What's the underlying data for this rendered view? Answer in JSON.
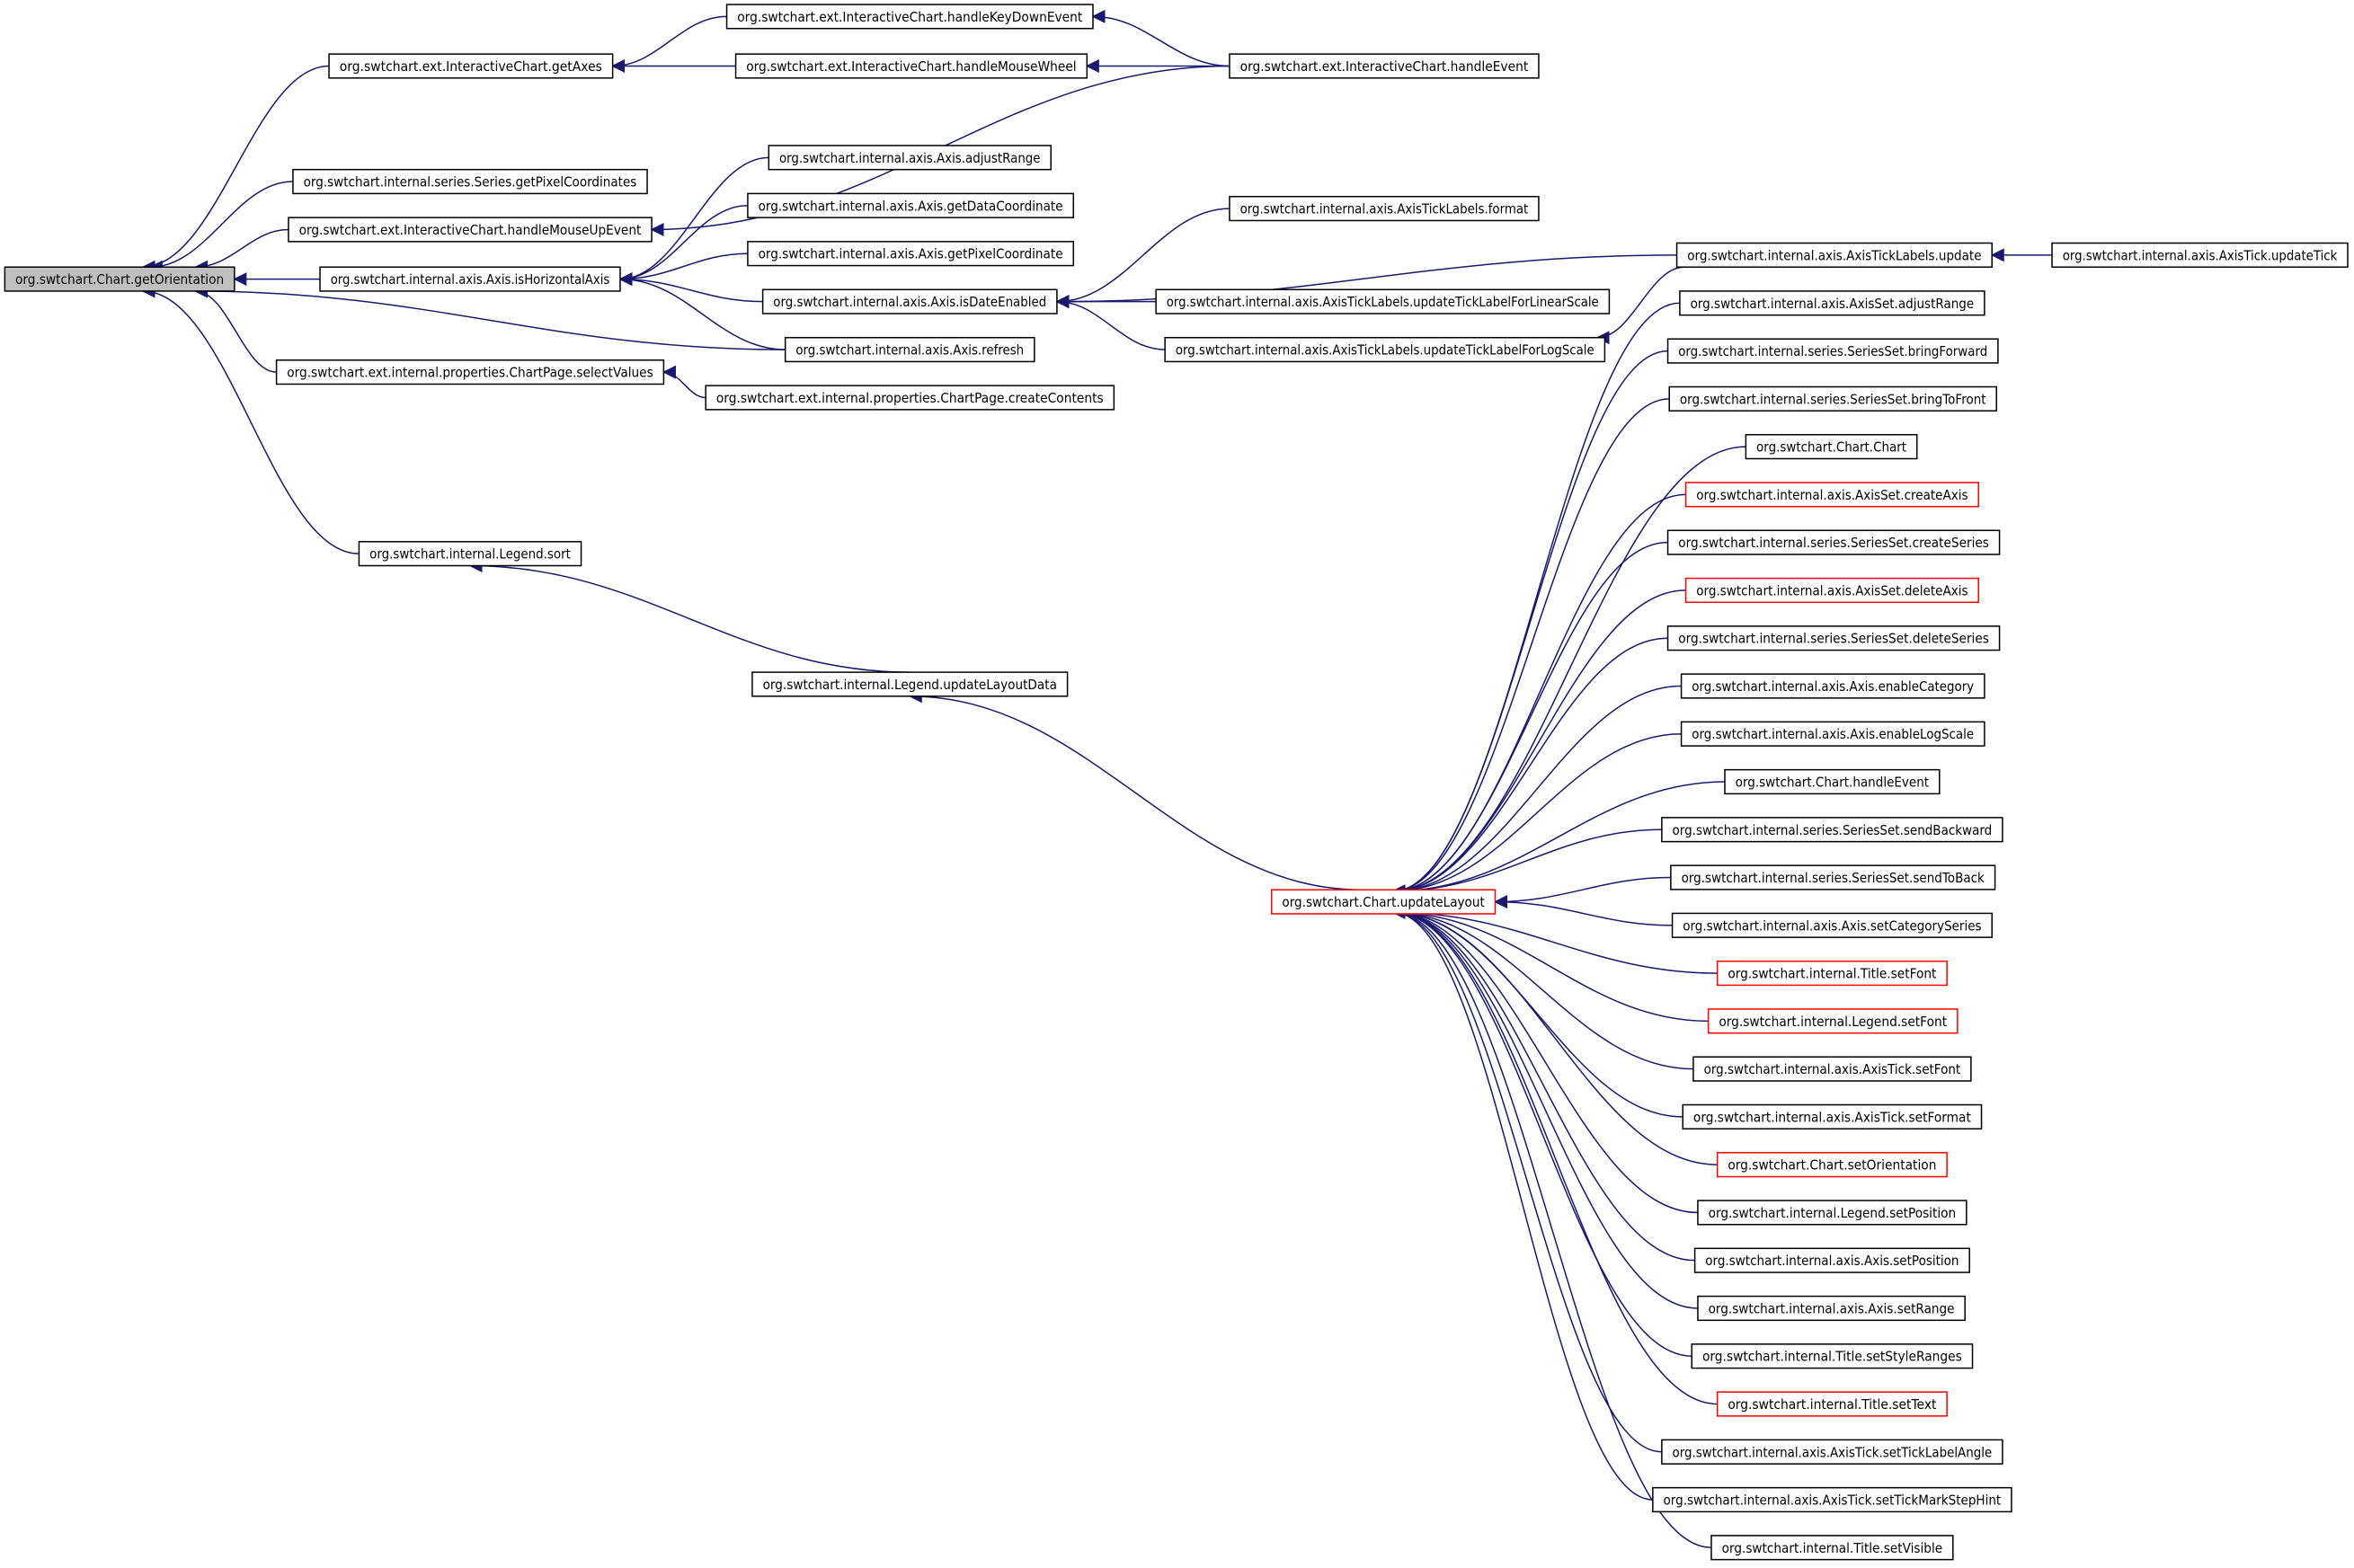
{
  "title": "Caller graph of org.swtchart.Chart.getOrientation",
  "colors": {
    "edge": "#191970",
    "current_fill": "#bfbfbf",
    "undocumented_border": "#ff0000"
  },
  "nodes": [
    {
      "id": "getOrientation",
      "label": "org.swtchart.Chart.getOrientation",
      "style": "current"
    },
    {
      "id": "getAxes",
      "label": "org.swtchart.ext.InteractiveChart.getAxes",
      "style": "normal"
    },
    {
      "id": "handleKeyDownEvent",
      "label": "org.swtchart.ext.InteractiveChart.handleKeyDownEvent",
      "style": "normal"
    },
    {
      "id": "handleMouseWheel",
      "label": "org.swtchart.ext.InteractiveChart.handleMouseWheel",
      "style": "normal"
    },
    {
      "id": "icHandleEvent",
      "label": "org.swtchart.ext.InteractiveChart.handleEvent",
      "style": "normal"
    },
    {
      "id": "getPixelCoordinates",
      "label": "org.swtchart.internal.series.Series.getPixelCoordinates",
      "style": "normal"
    },
    {
      "id": "handleMouseUpEvent",
      "label": "org.swtchart.ext.InteractiveChart.handleMouseUpEvent",
      "style": "normal"
    },
    {
      "id": "isHorizontalAxis",
      "label": "org.swtchart.internal.axis.Axis.isHorizontalAxis",
      "style": "normal"
    },
    {
      "id": "axisAdjustRange",
      "label": "org.swtchart.internal.axis.Axis.adjustRange",
      "style": "normal"
    },
    {
      "id": "getDataCoordinate",
      "label": "org.swtchart.internal.axis.Axis.getDataCoordinate",
      "style": "normal"
    },
    {
      "id": "getPixelCoordinate",
      "label": "org.swtchart.internal.axis.Axis.getPixelCoordinate",
      "style": "normal"
    },
    {
      "id": "isDateEnabled",
      "label": "org.swtchart.internal.axis.Axis.isDateEnabled",
      "style": "normal"
    },
    {
      "id": "refresh",
      "label": "org.swtchart.internal.axis.Axis.refresh",
      "style": "normal"
    },
    {
      "id": "selectValues",
      "label": "org.swtchart.ext.internal.properties.ChartPage.selectValues",
      "style": "normal"
    },
    {
      "id": "createContents",
      "label": "org.swtchart.ext.internal.properties.ChartPage.createContents",
      "style": "normal"
    },
    {
      "id": "legendSort",
      "label": "org.swtchart.internal.Legend.sort",
      "style": "normal"
    },
    {
      "id": "updateLayoutData",
      "label": "org.swtchart.internal.Legend.updateLayoutData",
      "style": "normal"
    },
    {
      "id": "format",
      "label": "org.swtchart.internal.axis.AxisTickLabels.format",
      "style": "normal"
    },
    {
      "id": "linearScale",
      "label": "org.swtchart.internal.axis.AxisTickLabels.updateTickLabelForLinearScale",
      "style": "normal"
    },
    {
      "id": "logScale",
      "label": "org.swtchart.internal.axis.AxisTickLabels.updateTickLabelForLogScale",
      "style": "normal"
    },
    {
      "id": "ticklabelsUpdate",
      "label": "org.swtchart.internal.axis.AxisTickLabels.update",
      "style": "normal"
    },
    {
      "id": "updateTick",
      "label": "org.swtchart.internal.axis.AxisTick.updateTick",
      "style": "normal"
    },
    {
      "id": "updateLayout",
      "label": "org.swtchart.Chart.updateLayout",
      "style": "red"
    },
    {
      "id": "r0",
      "label": "org.swtchart.internal.axis.AxisSet.adjustRange",
      "style": "normal"
    },
    {
      "id": "r1",
      "label": "org.swtchart.internal.series.SeriesSet.bringForward",
      "style": "normal"
    },
    {
      "id": "r2",
      "label": "org.swtchart.internal.series.SeriesSet.bringToFront",
      "style": "normal"
    },
    {
      "id": "r3",
      "label": "org.swtchart.Chart.Chart",
      "style": "normal"
    },
    {
      "id": "r4",
      "label": "org.swtchart.internal.axis.AxisSet.createAxis",
      "style": "red"
    },
    {
      "id": "r5",
      "label": "org.swtchart.internal.series.SeriesSet.createSeries",
      "style": "normal"
    },
    {
      "id": "r6",
      "label": "org.swtchart.internal.axis.AxisSet.deleteAxis",
      "style": "red"
    },
    {
      "id": "r7",
      "label": "org.swtchart.internal.series.SeriesSet.deleteSeries",
      "style": "normal"
    },
    {
      "id": "r8",
      "label": "org.swtchart.internal.axis.Axis.enableCategory",
      "style": "normal"
    },
    {
      "id": "r9",
      "label": "org.swtchart.internal.axis.Axis.enableLogScale",
      "style": "normal"
    },
    {
      "id": "r10",
      "label": "org.swtchart.Chart.handleEvent",
      "style": "normal"
    },
    {
      "id": "r11",
      "label": "org.swtchart.internal.series.SeriesSet.sendBackward",
      "style": "normal"
    },
    {
      "id": "r12",
      "label": "org.swtchart.internal.series.SeriesSet.sendToBack",
      "style": "normal"
    },
    {
      "id": "r13",
      "label": "org.swtchart.internal.axis.Axis.setCategorySeries",
      "style": "normal"
    },
    {
      "id": "r14",
      "label": "org.swtchart.internal.Title.setFont",
      "style": "red"
    },
    {
      "id": "r15",
      "label": "org.swtchart.internal.Legend.setFont",
      "style": "red"
    },
    {
      "id": "r16",
      "label": "org.swtchart.internal.axis.AxisTick.setFont",
      "style": "normal"
    },
    {
      "id": "r17",
      "label": "org.swtchart.internal.axis.AxisTick.setFormat",
      "style": "normal"
    },
    {
      "id": "r18",
      "label": "org.swtchart.Chart.setOrientation",
      "style": "red"
    },
    {
      "id": "r19",
      "label": "org.swtchart.internal.Legend.setPosition",
      "style": "normal"
    },
    {
      "id": "r20",
      "label": "org.swtchart.internal.axis.Axis.setPosition",
      "style": "normal"
    },
    {
      "id": "r21",
      "label": "org.swtchart.internal.axis.Axis.setRange",
      "style": "normal"
    },
    {
      "id": "r22",
      "label": "org.swtchart.internal.Title.setStyleRanges",
      "style": "normal"
    },
    {
      "id": "r23",
      "label": "org.swtchart.internal.Title.setText",
      "style": "red"
    },
    {
      "id": "r24",
      "label": "org.swtchart.internal.axis.AxisTick.setTickLabelAngle",
      "style": "normal"
    },
    {
      "id": "r25",
      "label": "org.swtchart.internal.axis.AxisTick.setTickMarkStepHint",
      "style": "normal"
    },
    {
      "id": "r26",
      "label": "org.swtchart.internal.Title.setVisible",
      "style": "normal"
    }
  ],
  "edges": [
    [
      "getAxes",
      "getOrientation"
    ],
    [
      "getPixelCoordinates",
      "getOrientation"
    ],
    [
      "handleMouseUpEvent",
      "getOrientation"
    ],
    [
      "isHorizontalAxis",
      "getOrientation"
    ],
    [
      "refresh",
      "getOrientation"
    ],
    [
      "selectValues",
      "getOrientation"
    ],
    [
      "legendSort",
      "getOrientation"
    ],
    [
      "handleKeyDownEvent",
      "getAxes"
    ],
    [
      "handleMouseWheel",
      "getAxes"
    ],
    [
      "icHandleEvent",
      "handleKeyDownEvent"
    ],
    [
      "icHandleEvent",
      "handleMouseWheel"
    ],
    [
      "icHandleEvent",
      "handleMouseUpEvent"
    ],
    [
      "axisAdjustRange",
      "isHorizontalAxis"
    ],
    [
      "getDataCoordinate",
      "isHorizontalAxis"
    ],
    [
      "getPixelCoordinate",
      "isHorizontalAxis"
    ],
    [
      "isDateEnabled",
      "isHorizontalAxis"
    ],
    [
      "refresh",
      "isHorizontalAxis"
    ],
    [
      "format",
      "isDateEnabled"
    ],
    [
      "ticklabelsUpdate",
      "isDateEnabled"
    ],
    [
      "linearScale",
      "isDateEnabled"
    ],
    [
      "logScale",
      "isDateEnabled"
    ],
    [
      "ticklabelsUpdate",
      "logScale"
    ],
    [
      "updateTick",
      "ticklabelsUpdate"
    ],
    [
      "createContents",
      "selectValues"
    ],
    [
      "updateLayoutData",
      "legendSort"
    ],
    [
      "updateLayout",
      "updateLayoutData"
    ],
    [
      "r0",
      "updateLayout"
    ],
    [
      "r1",
      "updateLayout"
    ],
    [
      "r2",
      "updateLayout"
    ],
    [
      "r3",
      "updateLayout"
    ],
    [
      "r4",
      "updateLayout"
    ],
    [
      "r5",
      "updateLayout"
    ],
    [
      "r6",
      "updateLayout"
    ],
    [
      "r7",
      "updateLayout"
    ],
    [
      "r8",
      "updateLayout"
    ],
    [
      "r9",
      "updateLayout"
    ],
    [
      "r10",
      "updateLayout"
    ],
    [
      "r11",
      "updateLayout"
    ],
    [
      "r12",
      "updateLayout"
    ],
    [
      "r13",
      "updateLayout"
    ],
    [
      "r14",
      "updateLayout"
    ],
    [
      "r15",
      "updateLayout"
    ],
    [
      "r16",
      "updateLayout"
    ],
    [
      "r17",
      "updateLayout"
    ],
    [
      "r18",
      "updateLayout"
    ],
    [
      "r19",
      "updateLayout"
    ],
    [
      "r20",
      "updateLayout"
    ],
    [
      "r21",
      "updateLayout"
    ],
    [
      "r22",
      "updateLayout"
    ],
    [
      "r23",
      "updateLayout"
    ],
    [
      "r24",
      "updateLayout"
    ],
    [
      "r25",
      "updateLayout"
    ],
    [
      "r26",
      "updateLayout"
    ]
  ]
}
